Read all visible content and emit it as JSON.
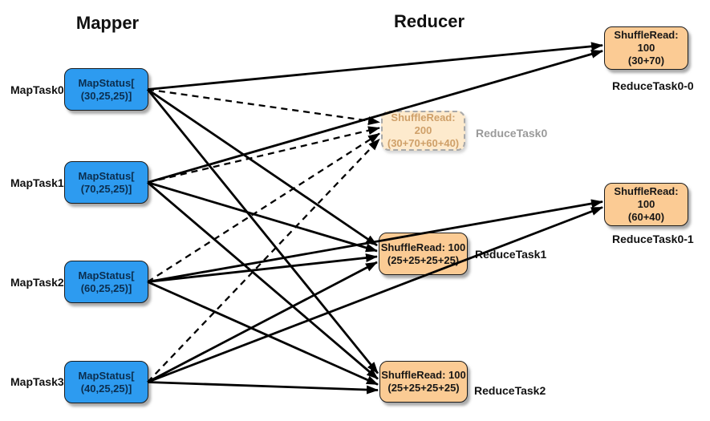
{
  "titles": {
    "mapper": "Mapper",
    "reducer": "Reducer"
  },
  "map_tasks": [
    {
      "id": "mt0",
      "label": "MapTask0",
      "box_line1": "MapStatus[",
      "box_line2": "(30,25,25)]"
    },
    {
      "id": "mt1",
      "label": "MapTask1",
      "box_line1": "MapStatus[",
      "box_line2": "(70,25,25)]"
    },
    {
      "id": "mt2",
      "label": "MapTask2",
      "box_line1": "MapStatus[",
      "box_line2": "(60,25,25)]"
    },
    {
      "id": "mt3",
      "label": "MapTask3",
      "box_line1": "MapStatus[",
      "box_line2": "(40,25,25)]"
    }
  ],
  "reduce_tasks": [
    {
      "id": "rt0",
      "label": "ReduceTask0",
      "box_line1": "ShuffleRead: 200",
      "box_line2": "(30+70+60+40)",
      "state": "skipped"
    },
    {
      "id": "rt1",
      "label": "ReduceTask1",
      "box_line1": "ShuffleRead: 100",
      "box_line2": "(25+25+25+25)",
      "state": "active"
    },
    {
      "id": "rt2",
      "label": "ReduceTask2",
      "box_line1": "ShuffleRead: 100",
      "box_line2": "(25+25+25+25)",
      "state": "active"
    },
    {
      "id": "rt00",
      "label": "ReduceTask0-0",
      "box_line1": "ShuffleRead: 100",
      "box_line2": "(30+70)",
      "state": "active"
    },
    {
      "id": "rt01",
      "label": "ReduceTask0-1",
      "box_line1": "ShuffleRead: 100",
      "box_line2": "(60+40)",
      "state": "active"
    }
  ],
  "edges": [
    {
      "from": "mt0",
      "to": "rt00",
      "style": "solid"
    },
    {
      "from": "mt1",
      "to": "rt00",
      "style": "solid"
    },
    {
      "from": "mt2",
      "to": "rt01",
      "style": "solid"
    },
    {
      "from": "mt3",
      "to": "rt01",
      "style": "solid"
    },
    {
      "from": "mt0",
      "to": "rt0",
      "style": "dashed"
    },
    {
      "from": "mt1",
      "to": "rt0",
      "style": "dashed"
    },
    {
      "from": "mt2",
      "to": "rt0",
      "style": "dashed"
    },
    {
      "from": "mt3",
      "to": "rt0",
      "style": "dashed"
    },
    {
      "from": "mt0",
      "to": "rt1",
      "style": "solid"
    },
    {
      "from": "mt1",
      "to": "rt1",
      "style": "solid"
    },
    {
      "from": "mt2",
      "to": "rt1",
      "style": "solid"
    },
    {
      "from": "mt3",
      "to": "rt1",
      "style": "solid"
    },
    {
      "from": "mt0",
      "to": "rt2",
      "style": "solid"
    },
    {
      "from": "mt1",
      "to": "rt2",
      "style": "solid"
    },
    {
      "from": "mt2",
      "to": "rt2",
      "style": "solid"
    },
    {
      "from": "mt3",
      "to": "rt2",
      "style": "solid"
    }
  ],
  "colors": {
    "map-box-fill": "#2d9bf0",
    "map-box-text": "#0b2e4f",
    "reduce-box-fill": "#fbcb94",
    "skipped-box-fill": "#fdeacd",
    "skipped-border": "#a9a9a9",
    "skipped-text": "#cfa069",
    "skipped-label": "#9a9a9a",
    "edge-color": "#000000"
  }
}
